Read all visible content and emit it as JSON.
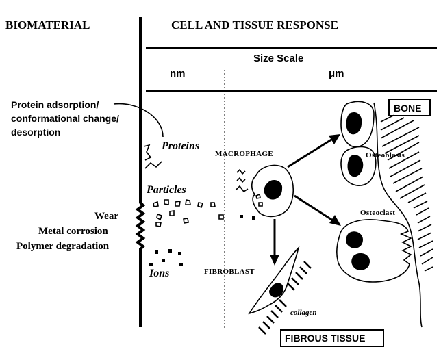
{
  "headers": {
    "left": "BIOMATERIAL",
    "right": "CELL AND TISSUE RESPONSE"
  },
  "scale": {
    "title": "Size Scale",
    "nm": "nm",
    "um": "μm"
  },
  "biomaterial_events": {
    "protein": [
      "Protein adsorption/",
      "conformational change/",
      "desorption"
    ],
    "wear": [
      "Wear",
      "Metal corrosion",
      "Polymer degradation"
    ]
  },
  "species": {
    "proteins": "Proteins",
    "particles": "Particles",
    "ions": "Ions"
  },
  "cells": {
    "macrophage": "MACROPHAGE",
    "fibroblast": "FIBROBLAST",
    "osteoblasts": "Osteoblasts",
    "osteoclast": "Osteoclast",
    "collagen": "collagen"
  },
  "tissues": {
    "bone": "BONE",
    "fibrous": "FIBROUS TISSUE"
  }
}
